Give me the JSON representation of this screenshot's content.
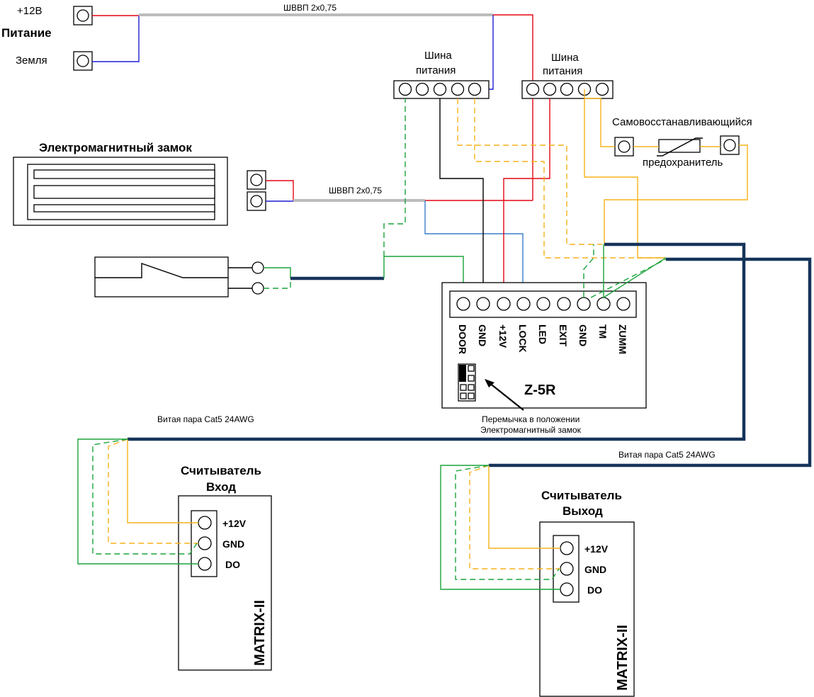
{
  "power": {
    "plus_label": "+12В",
    "title": "Питание",
    "ground_label": "Земля"
  },
  "cables": {
    "main_cable": "ШВВП 2х0,75",
    "lock_cable": "ШВВП 2х0,75",
    "reader_in_cable": "Витая пара Cat5 24AWG",
    "reader_out_cable": "Витая пара Cat5 24AWG"
  },
  "buses": {
    "left": "Шина\nпитания",
    "right": "Шина\nпитания"
  },
  "fuse": {
    "label_top": "Самовосстанавливающийся",
    "label_bottom": "предохранитель"
  },
  "lock": {
    "title": "Электромагнитный замок"
  },
  "controller": {
    "name": "Z-5R",
    "terminals": [
      "DOOR",
      "GND",
      "+12V",
      "LOCK",
      "LED",
      "EXIT",
      "GND",
      "TM",
      "ZUMM"
    ],
    "jumper_note_line1": "Перемычка в положении",
    "jumper_note_line2": "Электромагнитный замок"
  },
  "reader_in": {
    "title_line1": "Считыватель",
    "title_line2": "Вход",
    "model": "MATRIX-II",
    "pins": [
      "+12V",
      "GND",
      "DO"
    ]
  },
  "reader_out": {
    "title_line1": "Считыватель",
    "title_line2": "Выход",
    "model": "MATRIX-II",
    "pins": [
      "+12V",
      "GND",
      "DO"
    ]
  },
  "colors": {
    "red": "#e30613",
    "blue": "#1f1fd6",
    "light_blue": "#3a7fc8",
    "green": "#1aa33a",
    "orange": "#f5b21a",
    "navy": "#16345a",
    "gray": "#bcbcbc"
  }
}
